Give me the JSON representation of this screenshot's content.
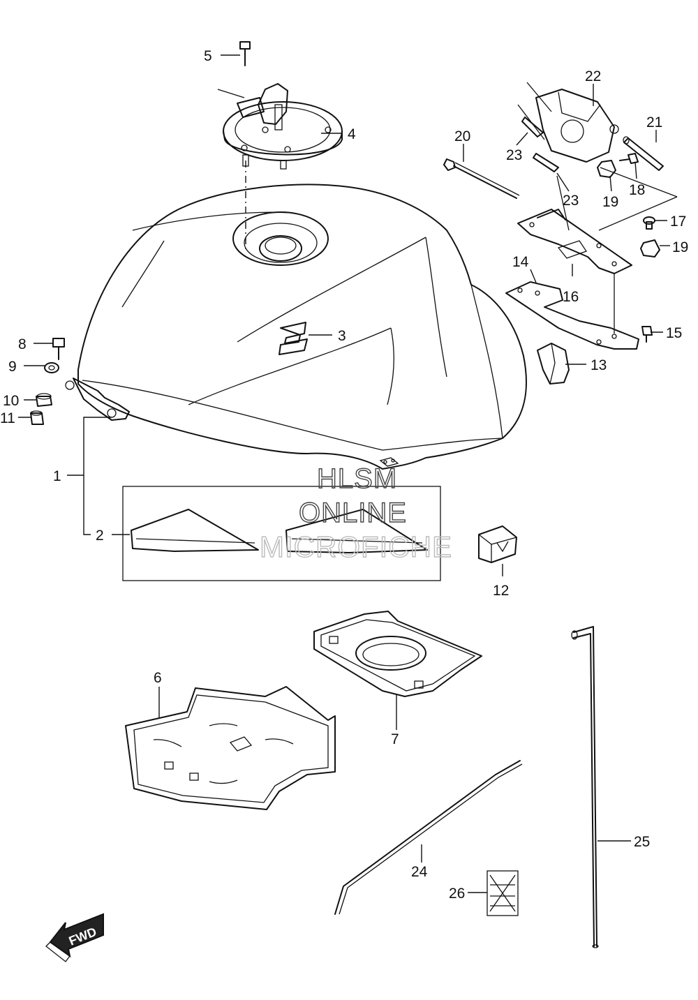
{
  "callouts": {
    "c1": "1",
    "c2": "2",
    "c3": "3",
    "c4": "4",
    "c5": "5",
    "c6": "6",
    "c7": "7",
    "c8": "8",
    "c9": "9",
    "c10": "10",
    "c11": "11",
    "c12": "12",
    "c13": "13",
    "c14": "14",
    "c15": "15",
    "c16": "16",
    "c17": "17",
    "c18": "18",
    "c19a": "19",
    "c19b": "19",
    "c20": "20",
    "c21": "21",
    "c22": "22",
    "c23a": "23",
    "c23b": "23",
    "c24": "24",
    "c25": "25",
    "c26": "26"
  },
  "watermark": {
    "line1": "HLSM",
    "line2": "ONLINE",
    "line3": "MICROFICHE"
  },
  "direction_badge": {
    "label": "FWD"
  }
}
